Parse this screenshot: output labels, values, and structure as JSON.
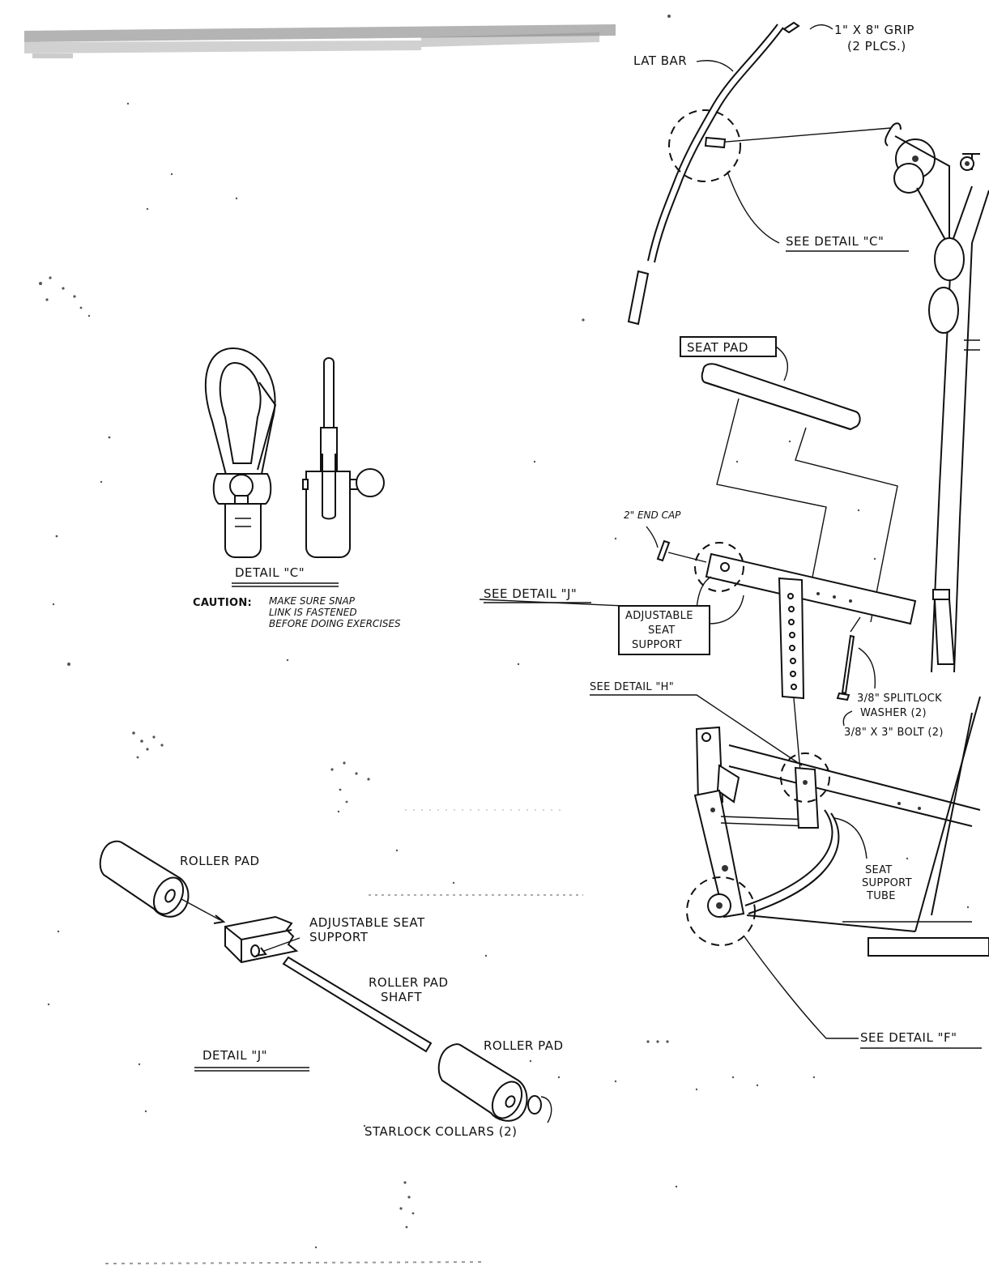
{
  "labels": {
    "grip": "1\" X 8\" GRIP",
    "grip_qty": "(2 PLCS.)",
    "lat_bar": "LAT BAR",
    "see_detail_c": "SEE DETAIL \"C\"",
    "seat_pad": "SEAT PAD",
    "end_cap": "2\" END CAP",
    "see_detail_j": "SEE DETAIL \"J\"",
    "adjustable_seat_support": [
      "ADJUSTABLE",
      "SEAT",
      "SUPPORT"
    ],
    "see_detail_h": "SEE DETAIL \"H\"",
    "splitlock_washer": [
      "3/8\" SPLITLOCK",
      "WASHER (2)"
    ],
    "bolt": "3/8\" X 3\" BOLT (2)",
    "seat_support_tube": [
      "SEAT",
      "SUPPORT",
      "TUBE"
    ],
    "see_detail_f": "SEE DETAIL \"F\"",
    "detail_c_title": "DETAIL \"C\"",
    "caution_lead": "CAUTION:",
    "caution_text": [
      "MAKE SURE SNAP",
      "LINK IS FASTENED",
      "BEFORE DOING EXERCISES"
    ],
    "roller_pad_top": "ROLLER PAD",
    "adj_seat_support_detail": [
      "ADJUSTABLE SEAT",
      "SUPPORT"
    ],
    "roller_pad_shaft": [
      "ROLLER PAD",
      "SHAFT"
    ],
    "roller_pad_bottom": "ROLLER PAD",
    "detail_j_title": "DETAIL \"J\"",
    "starlock_collars": "STARLOCK COLLARS (2)"
  }
}
